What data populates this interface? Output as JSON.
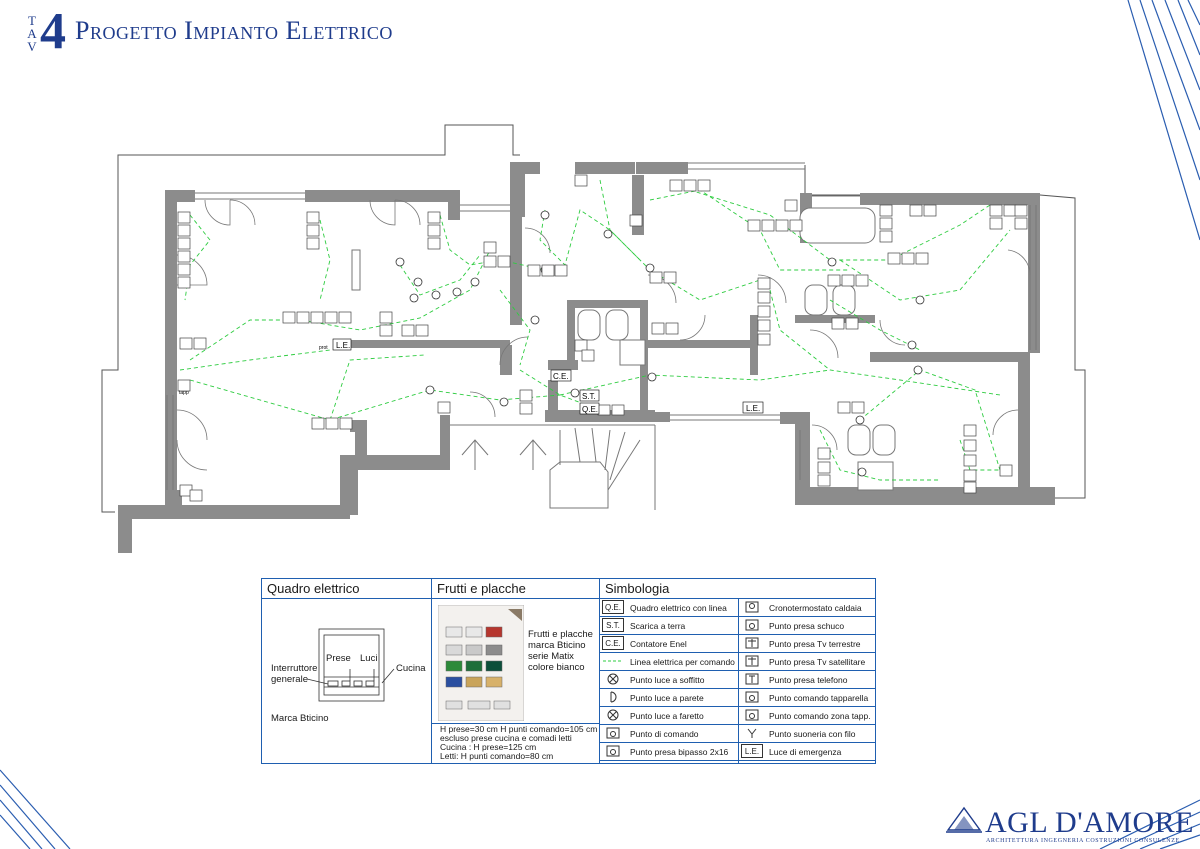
{
  "header": {
    "tav_letters": [
      "T",
      "A",
      "V"
    ],
    "tav_number": "4",
    "title": "Progetto Impianto Elettrico"
  },
  "plan": {
    "labels": {
      "le_1": "L.E.",
      "le_2": "L.E.",
      "ce": "C.E.",
      "st": "S.T.",
      "qe": "Q.E.",
      "prot": "prot",
      "tapp": "tapp"
    }
  },
  "legend": {
    "quadro": {
      "heading": "Quadro elettrico",
      "interruttore": "Interruttore",
      "generale": "generale",
      "prese": "Prese",
      "luci": "Luci",
      "cucina": "Cucina",
      "marca": "Marca Bticino"
    },
    "frutti": {
      "heading": "Frutti e placche",
      "desc": [
        "Frutti e placche",
        "marca Bticino",
        "serie Matix",
        "colore bianco"
      ],
      "notes": [
        "H prese=30 cm H punti comando=105 cm",
        "escluso prese cucina e comadi letti",
        "Cucina : H prese=125 cm",
        "Letti: H punti comando=80 cm"
      ]
    },
    "simbologia": {
      "heading": "Simbologia",
      "left": [
        {
          "code": "Q.E.",
          "label": "Quadro elettrico con linea"
        },
        {
          "code": "S.T.",
          "label": "Scarica a terra"
        },
        {
          "code": "C.E.",
          "label": "Contatore Enel"
        },
        {
          "code": "",
          "label": "Linea elettrica per comando"
        },
        {
          "code": "",
          "label": "Punto luce a soffitto"
        },
        {
          "code": "",
          "label": "Punto luce a parete"
        },
        {
          "code": "",
          "label": "Punto luce a faretto"
        },
        {
          "code": "",
          "label": "Punto di comando"
        },
        {
          "code": "",
          "label": "Punto presa bipasso 2x16"
        }
      ],
      "right": [
        {
          "code": "",
          "label": "Cronotermostato caldaia"
        },
        {
          "code": "",
          "label": "Punto presa schuco"
        },
        {
          "code": "",
          "label": "Punto presa Tv terrestre"
        },
        {
          "code": "",
          "label": "Punto presa Tv satellitare"
        },
        {
          "code": "",
          "label": "Punto presa telefono"
        },
        {
          "code": "",
          "label": "Punto comando tapparella"
        },
        {
          "code": "",
          "label": "Punto comando zona tapp."
        },
        {
          "code": "",
          "label": "Punto suoneria con filo"
        },
        {
          "code": "L.E.",
          "label": "Luce di emergenza"
        }
      ]
    }
  },
  "logo": {
    "name": "AGL D'AMORE",
    "subtitle": "ARCHITETTURA  INGEGNERIA  COSTRUZIONI  CONSULENZE"
  },
  "colors": {
    "brand": "#1f3c8c",
    "wall": "#8c8c8c",
    "wire": "#2ecc40",
    "table_border": "#1f5fb0"
  }
}
